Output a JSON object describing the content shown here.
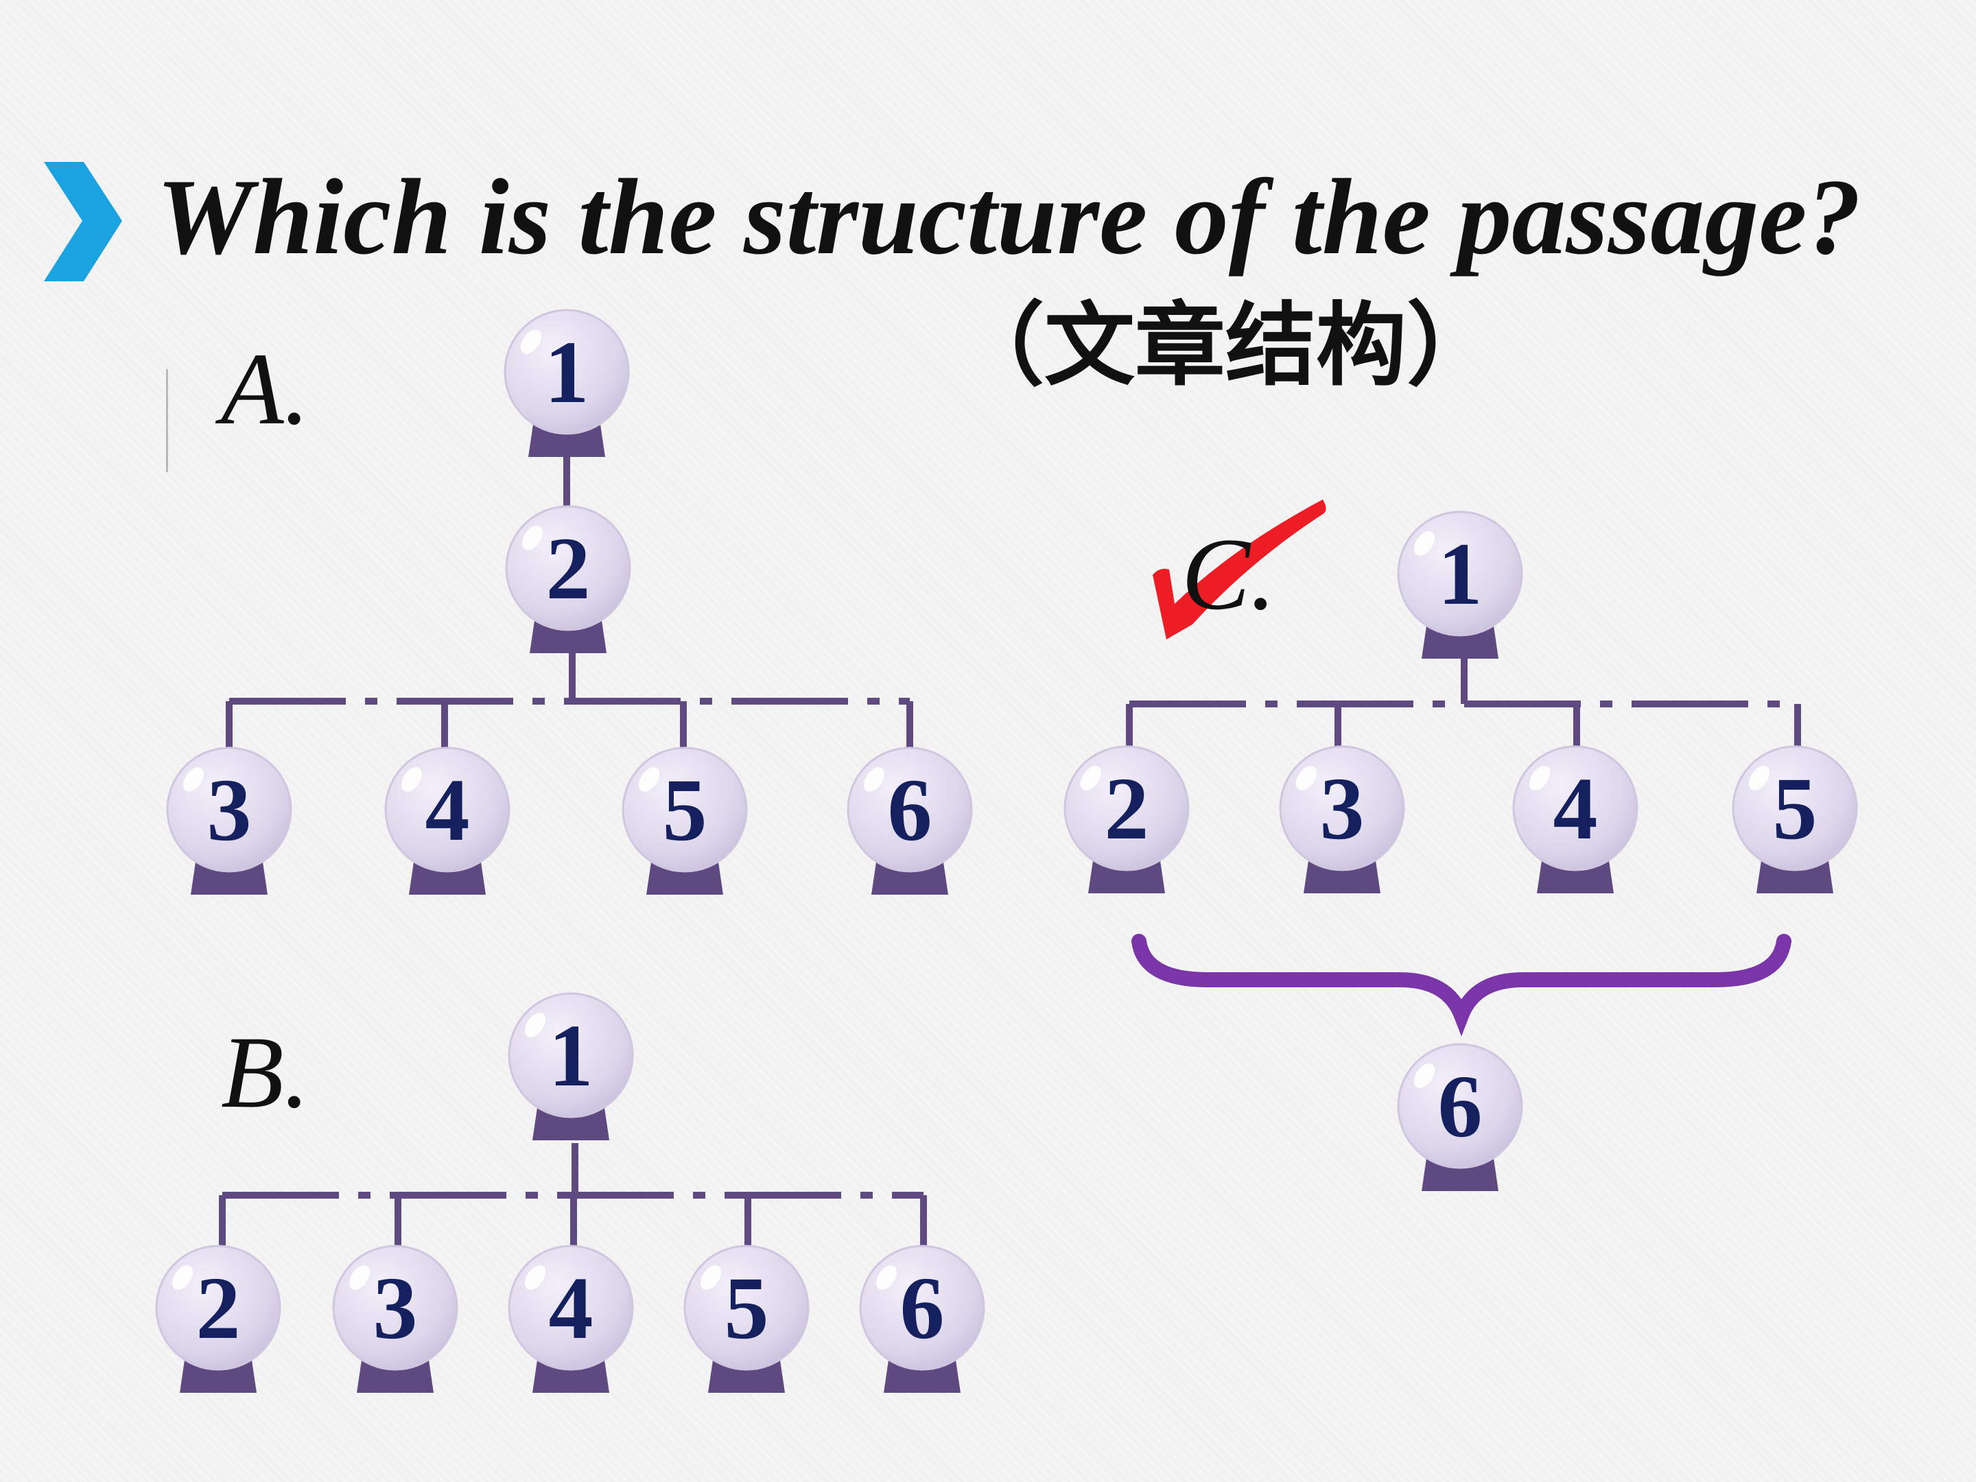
{
  "title": "Which is the structure of the passage?",
  "subtitle": "（文章结构）",
  "options": {
    "a": {
      "label": "A."
    },
    "b": {
      "label": "B."
    },
    "c": {
      "label": "C."
    }
  },
  "diagrams": {
    "a": {
      "root": "1",
      "middle": "2",
      "leaves": [
        "3",
        "4",
        "5",
        "6"
      ]
    },
    "b": {
      "root": "1",
      "leaves": [
        "2",
        "3",
        "4",
        "5",
        "6"
      ]
    },
    "c": {
      "root": "1",
      "leaves": [
        "2",
        "3",
        "4",
        "5"
      ],
      "summary": "6"
    }
  },
  "colors": {
    "accent_chevron": "#1aa3e0",
    "connector": "#5e4a80",
    "brace": "#7a36a8",
    "node_fill": "#ddd6eb",
    "node_base": "#5e4a80",
    "node_text": "#15205e",
    "check_mark": "#ee1c24"
  },
  "icons": {
    "chevron": "chevron-right-icon",
    "check": "check-mark-icon"
  }
}
